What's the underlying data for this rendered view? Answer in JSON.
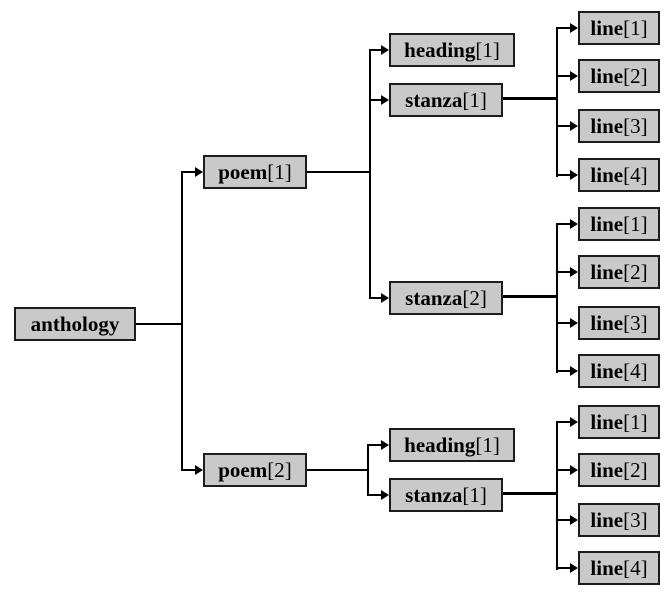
{
  "diagram": {
    "type": "tree",
    "description": "Node tree of an anthology XML document: anthology contains poems, poems contain a heading and stanzas, stanzas contain lines",
    "colors": {
      "background": "#ffffff",
      "node_fill": "#c9c9c9",
      "node_border": "#1c1c1c",
      "connector": "#000000",
      "text": "#000000"
    }
  },
  "nodes": [
    {
      "id": "anthology",
      "name": "anthology",
      "index": "",
      "parent": null
    },
    {
      "id": "poem-1",
      "name": "poem",
      "index": "[1]",
      "parent": "anthology"
    },
    {
      "id": "poem-1-heading-1",
      "name": "heading",
      "index": "[1]",
      "parent": "poem-1"
    },
    {
      "id": "poem-1-stanza-1",
      "name": "stanza",
      "index": "[1]",
      "parent": "poem-1"
    },
    {
      "id": "poem-1-stanza-1-line-1",
      "name": "line",
      "index": "[1]",
      "parent": "poem-1-stanza-1"
    },
    {
      "id": "poem-1-stanza-1-line-2",
      "name": "line",
      "index": "[2]",
      "parent": "poem-1-stanza-1"
    },
    {
      "id": "poem-1-stanza-1-line-3",
      "name": "line",
      "index": "[3]",
      "parent": "poem-1-stanza-1"
    },
    {
      "id": "poem-1-stanza-1-line-4",
      "name": "line",
      "index": "[4]",
      "parent": "poem-1-stanza-1"
    },
    {
      "id": "poem-1-stanza-2",
      "name": "stanza",
      "index": "[2]",
      "parent": "poem-1"
    },
    {
      "id": "poem-1-stanza-2-line-1",
      "name": "line",
      "index": "[1]",
      "parent": "poem-1-stanza-2"
    },
    {
      "id": "poem-1-stanza-2-line-2",
      "name": "line",
      "index": "[2]",
      "parent": "poem-1-stanza-2"
    },
    {
      "id": "poem-1-stanza-2-line-3",
      "name": "line",
      "index": "[3]",
      "parent": "poem-1-stanza-2"
    },
    {
      "id": "poem-1-stanza-2-line-4",
      "name": "line",
      "index": "[4]",
      "parent": "poem-1-stanza-2"
    },
    {
      "id": "poem-2",
      "name": "poem",
      "index": "[2]",
      "parent": "anthology"
    },
    {
      "id": "poem-2-heading-1",
      "name": "heading",
      "index": "[1]",
      "parent": "poem-2"
    },
    {
      "id": "poem-2-stanza-1",
      "name": "stanza",
      "index": "[1]",
      "parent": "poem-2"
    },
    {
      "id": "poem-2-stanza-1-line-1",
      "name": "line",
      "index": "[1]",
      "parent": "poem-2-stanza-1"
    },
    {
      "id": "poem-2-stanza-1-line-2",
      "name": "line",
      "index": "[2]",
      "parent": "poem-2-stanza-1"
    },
    {
      "id": "poem-2-stanza-1-line-3",
      "name": "line",
      "index": "[3]",
      "parent": "poem-2-stanza-1"
    },
    {
      "id": "poem-2-stanza-1-line-4",
      "name": "line",
      "index": "[4]",
      "parent": "poem-2-stanza-1"
    }
  ]
}
